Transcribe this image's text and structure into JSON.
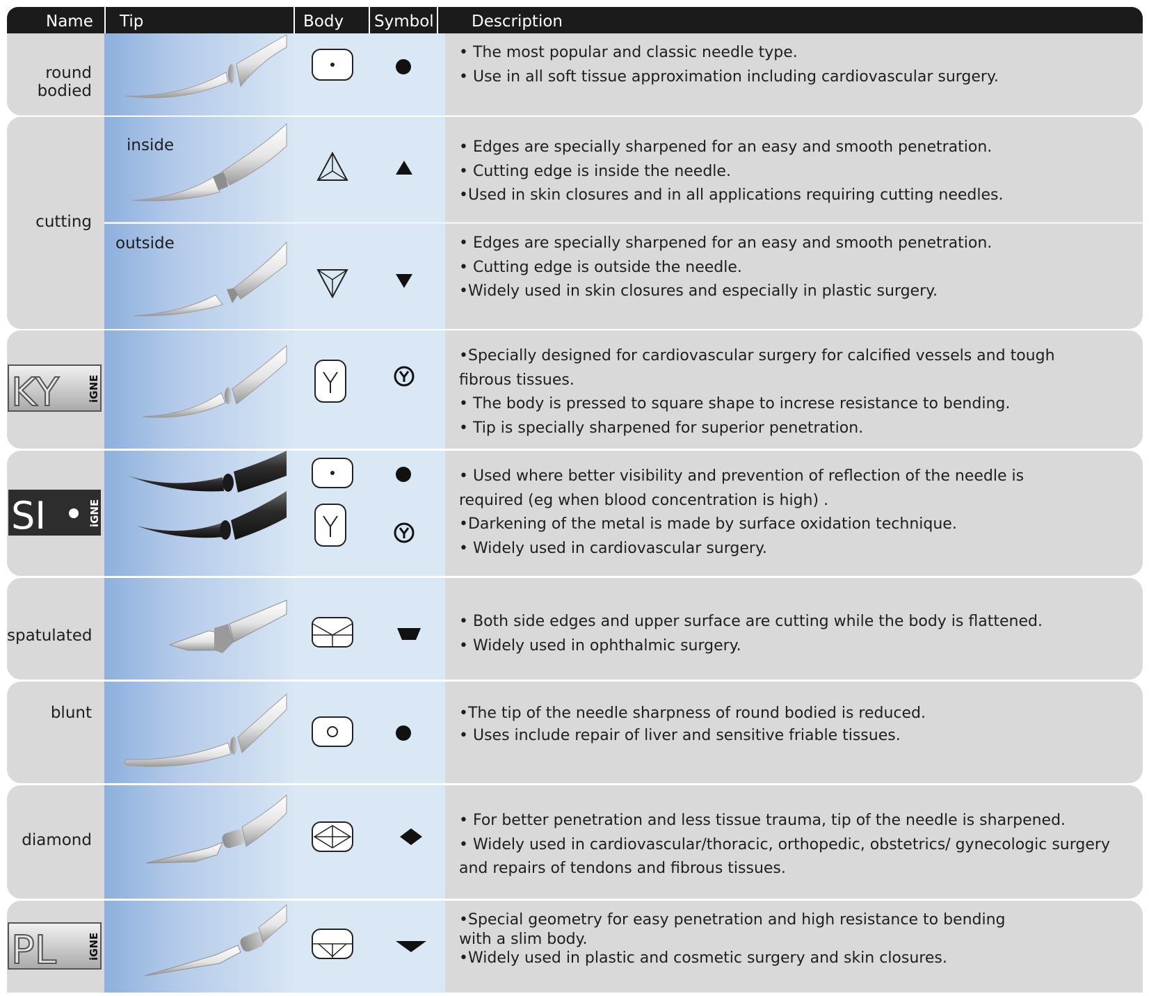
{
  "header": {
    "name": "Name",
    "tip": "Tip",
    "body": "Body",
    "symbol": "Symbol",
    "description": "Description"
  },
  "rows": [
    {
      "name": "round bodied",
      "name_lines": [
        "round",
        "bodied"
      ],
      "body_icon": "round-body-icon",
      "symbol_icon": "filled-circle-icon",
      "description": [
        "• The most popular and classic needle type.",
        "• Use in all soft tissue approximation including cardiovascular surgery."
      ]
    },
    {
      "name": "cutting",
      "subrows": [
        {
          "label": "inside",
          "body_icon": "triangle-up-body-icon",
          "symbol_icon": "filled-triangle-up-icon",
          "description": [
            "• Edges are specially sharpened for an easy and smooth penetration.",
            "• Cutting edge is inside the needle.",
            "•Used in skin closures and in all applications requiring cutting needles."
          ]
        },
        {
          "label": "outside",
          "body_icon": "triangle-down-body-icon",
          "symbol_icon": "filled-triangle-down-icon",
          "description": [
            "• Edges are specially sharpened for an easy and smooth penetration.",
            "• Cutting edge is outside the needle.",
            "•Widely used in skin closures and especially in plastic surgery."
          ]
        }
      ]
    },
    {
      "name": "KY IGNE",
      "logo": "ky-igne-logo",
      "body_icon": "y-body-icon",
      "symbol_icon": "circled-y-icon",
      "description": [
        "•Specially designed for cardiovascular surgery for calcified vessels and tough",
        "fibrous tissues.",
        "• The body is pressed to square shape to increse resistance to bending.",
        "• Tip is specially sharpened for superior penetration."
      ]
    },
    {
      "name": "SI IGNE",
      "logo": "si-igne-logo",
      "body_icons": [
        "round-body-icon",
        "y-body-icon"
      ],
      "symbol_icons": [
        "filled-circle-icon",
        "circled-y-icon"
      ],
      "description": [
        "• Used where better visibility and prevention of reflection of the needle is",
        "required (eg when blood concentration is high) .",
        "•Darkening of the metal is made by surface oxidation technique.",
        "• Widely used in cardiovascular surgery."
      ]
    },
    {
      "name": "spatulated",
      "body_icon": "spatulated-body-icon",
      "symbol_icon": "filled-trapezoid-icon",
      "description": [
        "• Both side edges and upper surface are cutting while the body is flattened.",
        "• Widely used in ophthalmic surgery."
      ]
    },
    {
      "name": "blunt",
      "body_icon": "blunt-body-icon",
      "symbol_icon": "filled-circle-icon",
      "description": [
        "•The tip of the needle sharpness of round bodied is reduced.",
        "• Uses include repair of liver and sensitive friable tissues."
      ]
    },
    {
      "name": "diamond",
      "body_icon": "diamond-body-icon",
      "symbol_icon": "filled-diamond-icon",
      "description": [
        "• For better penetration and less tissue trauma, tip of the needle is sharpened.",
        "•  Widely used in cardiovascular/thoracic, orthopedic, obstetrics/ gynecologic surgery",
        "and repairs of tendons and fibrous tissues."
      ]
    },
    {
      "name": "PL IGNE",
      "logo": "pl-igne-logo",
      "body_icon": "pl-body-icon",
      "symbol_icon": "filled-flat-triangle-down-icon",
      "description": [
        "•Special geometry for easy penetration and high resistance to bending",
        "with a slim body.",
        "•Widely used in plastic and cosmetic surgery and skin closures."
      ]
    }
  ],
  "logo_text": {
    "ky": "KY",
    "si": "SI",
    "pl": "PL",
    "brand": "iGNE"
  },
  "colors": {
    "header_bg": "#1b1b1b",
    "row_bg": "#d9d9d9",
    "tip_gradient_left": "#8db0dd",
    "body_column_bg": "#d9e8f4",
    "needle_silver": "#e8e8e8",
    "needle_black": "#2a2a2a"
  }
}
